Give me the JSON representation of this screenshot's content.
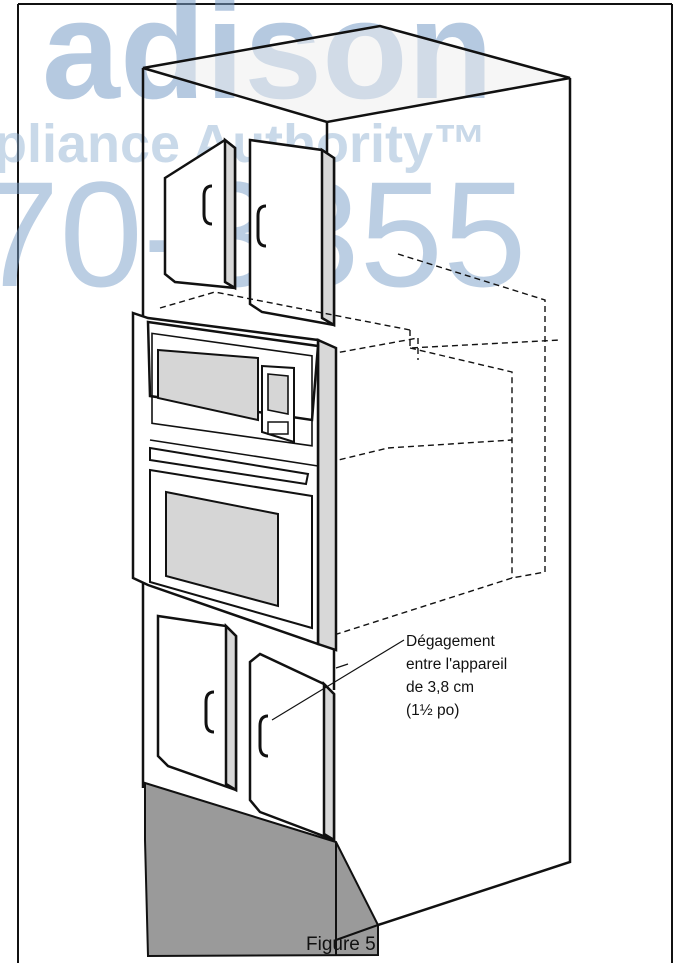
{
  "watermark": {
    "line1": "adison",
    "line2": "pliance Authority™",
    "line3": "70-3355"
  },
  "callout": {
    "lines": [
      "Dégagement",
      "entre l'appareil",
      "de 3,8 cm",
      "(1½ po)"
    ]
  },
  "caption": "Figure 5",
  "colors": {
    "line": "#111111",
    "plinth": "#9a9a9a",
    "panel": "#d8d8d8",
    "watermark": "#7a9ec8"
  }
}
